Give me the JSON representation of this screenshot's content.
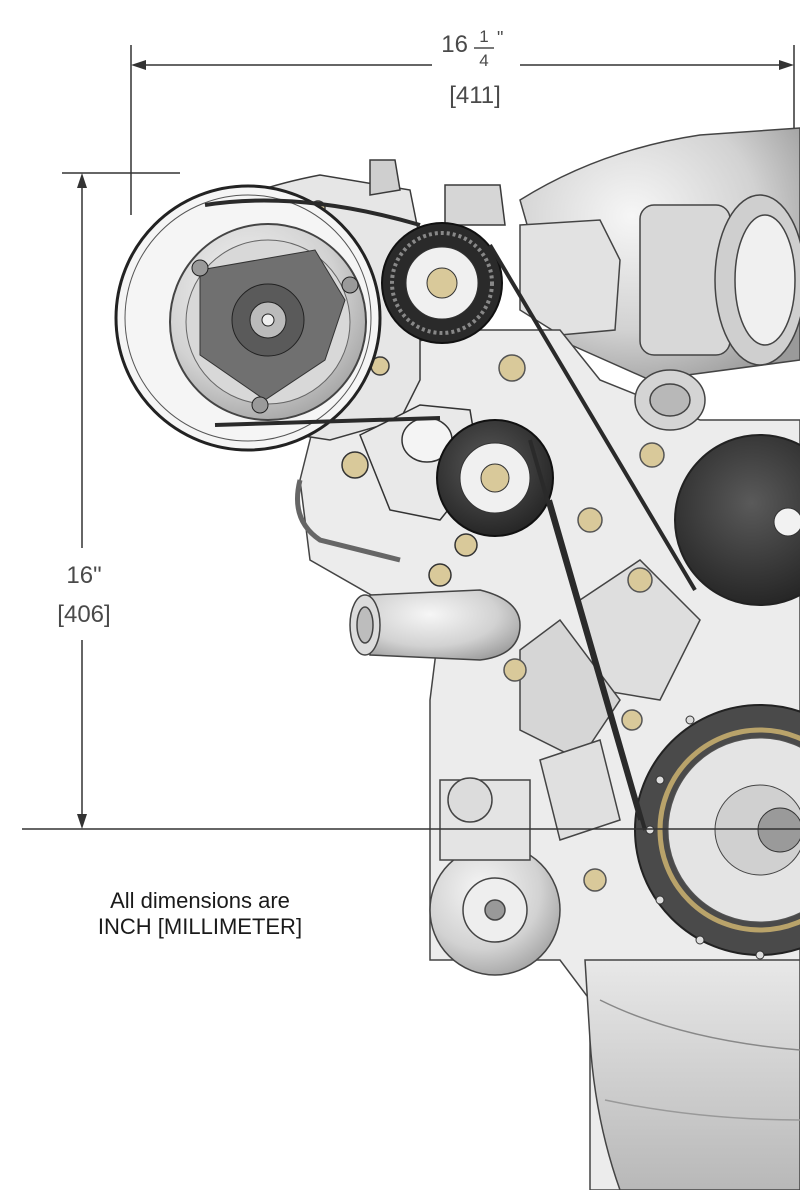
{
  "width_dimension": {
    "whole": "16",
    "fraction_numerator": "1",
    "fraction_denominator": "4",
    "inch_mark": "\"",
    "metric": "[411]"
  },
  "height_dimension": {
    "inches": "16\"",
    "metric": "[406]"
  },
  "note": {
    "line1": "All dimensions are",
    "line2": "INCH [MILLIMETER]"
  },
  "colors": {
    "line": "#333333",
    "metal_light": "#e6e6e6",
    "metal_mid": "#c8c8c8",
    "metal_dark": "#8a8a8a",
    "belt": "#2a2a2a",
    "pulley_dark": "#3a3a3a",
    "gasket": "#b9a36a"
  }
}
